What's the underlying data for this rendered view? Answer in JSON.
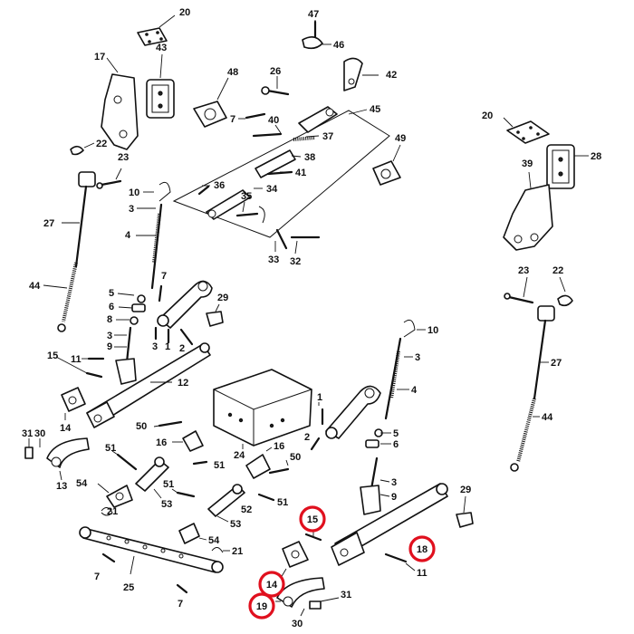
{
  "colors": {
    "highlight": "#e0101e",
    "ink": "#111111",
    "background": "#ffffff"
  },
  "labels": {
    "c20a": "20",
    "c43": "43",
    "c17a": "17",
    "c47": "47",
    "c46": "46",
    "c26": "26",
    "c42": "42",
    "c48": "48",
    "c45": "45",
    "c7a": "7",
    "c40": "40",
    "c37": "37",
    "c22a": "22",
    "c38": "38",
    "c41": "41",
    "c23a": "23",
    "c10a": "10",
    "c36": "36",
    "c34": "34",
    "c3a": "3",
    "c35": "35",
    "c27a": "27",
    "c4a": "4",
    "c33": "33",
    "c32": "32",
    "c44a": "44",
    "c7b": "7",
    "c5a": "5",
    "c6a": "6",
    "c29a": "29",
    "c8a": "8",
    "c1a": "1",
    "c3b": "3",
    "c2a": "2",
    "c3c": "3",
    "c9a": "9",
    "c15a": "15",
    "c11a": "11",
    "c12a": "12",
    "c14a": "14",
    "c31a": "31",
    "c30a": "30",
    "c50a": "50",
    "c16a": "16",
    "c24": "24",
    "c13a": "13",
    "c51a": "51",
    "c51b": "51",
    "c54a": "54",
    "c53a": "53",
    "c21a": "21",
    "c51c": "51",
    "c52": "52",
    "c53b": "53",
    "c51d": "51",
    "c54b": "54",
    "c21b": "21",
    "c7c": "7",
    "c25": "25",
    "c7d": "7",
    "c20b": "20",
    "c28": "28",
    "c49": "49",
    "c39": "39",
    "c23b": "23",
    "c22b": "22",
    "c27b": "27",
    "c44b": "44",
    "c10b": "10",
    "c3d": "3",
    "c4b": "4",
    "c1b": "1",
    "c2b": "2",
    "c5b": "5",
    "c6b": "6",
    "c16b": "16",
    "c50b": "50",
    "c3e": "3",
    "c9b": "9",
    "c29b": "29",
    "c11b": "11",
    "c31b": "31",
    "c30b": "30"
  },
  "highlighted": {
    "h15": "15",
    "h18": "18",
    "h14": "14",
    "h19": "19"
  }
}
